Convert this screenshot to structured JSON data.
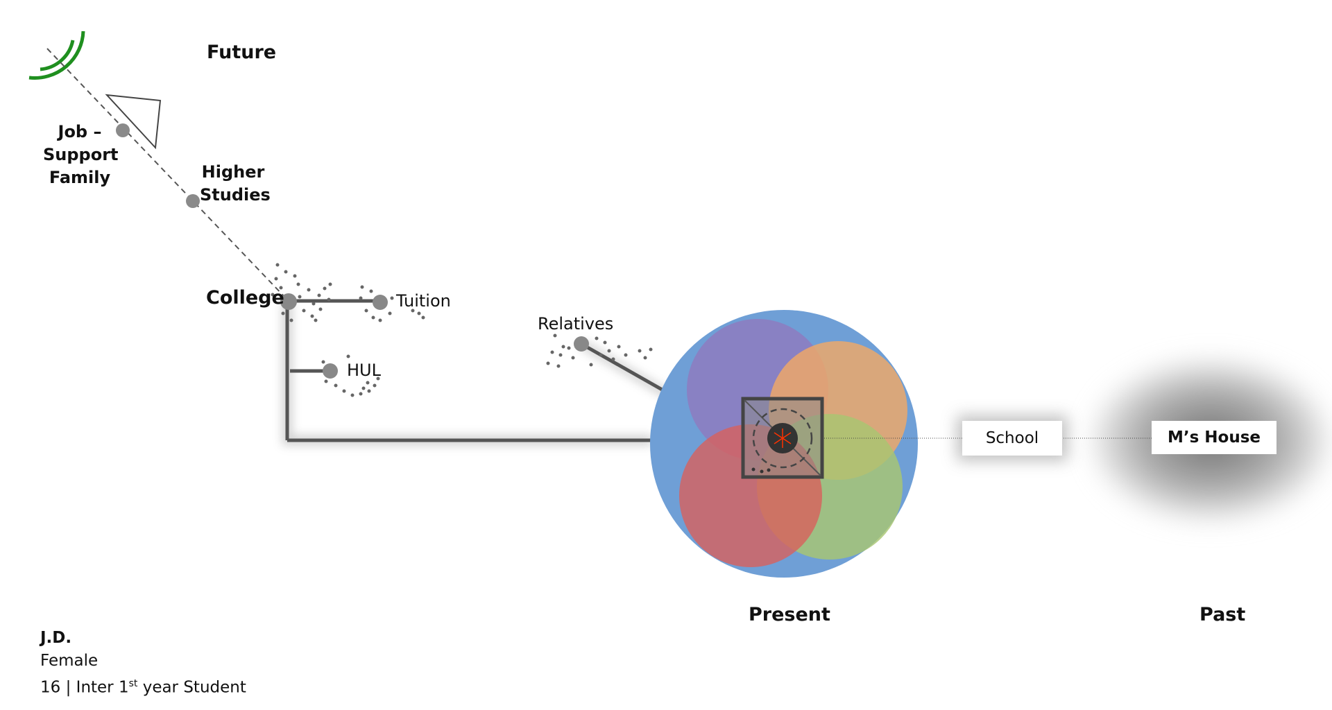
{
  "time_labels": {
    "future": "Future",
    "present": "Present",
    "past": "Past"
  },
  "nodes": {
    "job": "Job –\nSupport\nFamily",
    "higher_studies": "Higher\nStudies",
    "college": "College",
    "tuition": "Tuition",
    "hul": "HUL",
    "relatives": "Relatives"
  },
  "boxes": {
    "school": "School",
    "ms_house": "M’s House"
  },
  "person": {
    "initials": "J.D.",
    "gender": "Female",
    "age": "16",
    "separator": "|",
    "class_prefix": "Inter 1",
    "class_sup": "st",
    "class_suffix": "year Student"
  },
  "colors": {
    "outer_circle": "#6f9fd6",
    "purple": "#8e7bbf",
    "orange": "#eda46c",
    "green": "#9dc27a",
    "red": "#d06a6a",
    "lines": "#555555",
    "green_arcs": "#1f8f1f",
    "core": "#333333",
    "center_mark": "#ff3300"
  }
}
